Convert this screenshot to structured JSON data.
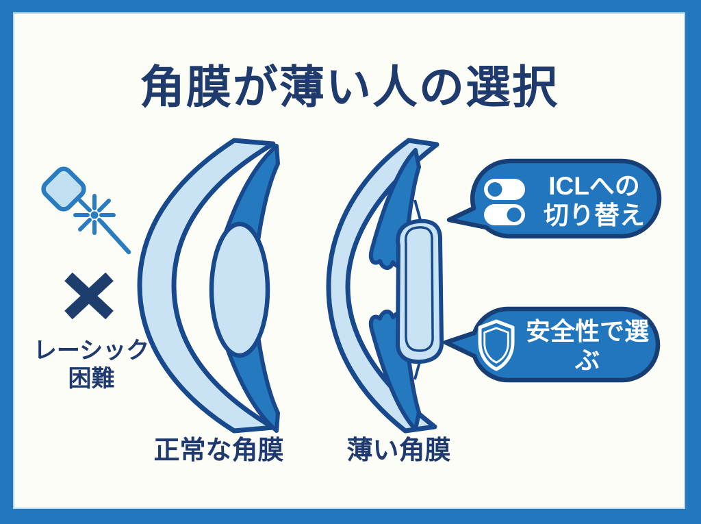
{
  "title": {
    "text": "角膜が薄い人の選択"
  },
  "left_panel": {
    "laser_icon": "laser-beam-icon",
    "cross_icon": "x-mark-icon",
    "caption_line1": "レーシック",
    "caption_line2": "困難"
  },
  "diagrams": {
    "normal_cornea": {
      "label": "正常な角膜"
    },
    "thin_cornea": {
      "label": "薄い角膜"
    }
  },
  "callouts": {
    "icl": {
      "icon": "toggle-switch-icon",
      "line1": "ICLへの",
      "line2": "切り替え"
    },
    "safety": {
      "icon": "shield-icon",
      "line1": "安全性で選ぶ"
    }
  },
  "colors": {
    "frame_blue": "#2277bd",
    "inner_line": "#b9d8ee",
    "background": "#fdfdf8",
    "outline_navy": "#17498c",
    "fill_light_blue": "#c9e2f4",
    "fill_medium_blue": "#2579bf",
    "text_navy": "#1f3a6d",
    "bubble_fill": "#2176bd",
    "bubble_outline": "#173f75",
    "bubble_text": "#ffffff"
  }
}
